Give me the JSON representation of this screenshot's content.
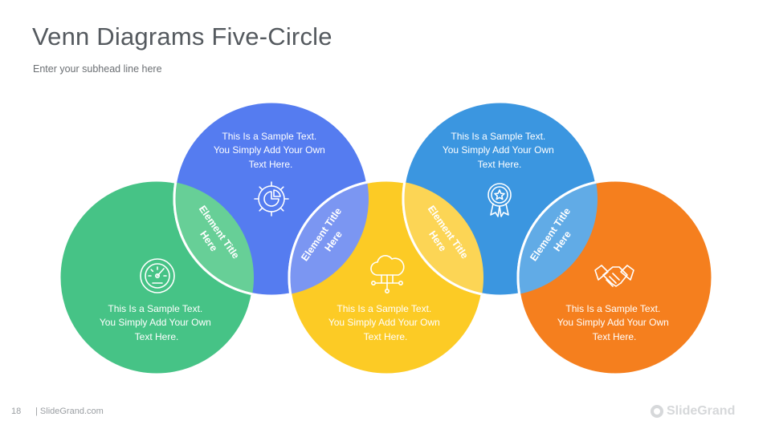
{
  "title": "Venn Diagrams Five-Circle",
  "subtitle": "Enter your subhead  line here",
  "footer": {
    "page_number": "18",
    "site": "| SlideGrand.com",
    "brand": "SlideGrand"
  },
  "circles": [
    {
      "lines": [
        "This Is a Sample Text.",
        "You Simply Add Your Own",
        "Text Here."
      ],
      "icon": "speedometer-icon",
      "color": "#46c386"
    },
    {
      "lines": [
        "This Is a Sample Text.",
        "You Simply Add Your Own",
        "Text Here."
      ],
      "icon": "gear-chart-icon",
      "color": "#557cf0"
    },
    {
      "lines": [
        "This Is a Sample Text.",
        "You Simply Add Your Own",
        "Text Here."
      ],
      "icon": "cloud-network-icon",
      "color": "#fccb25"
    },
    {
      "lines": [
        "This Is a Sample Text.",
        "You Simply Add Your Own",
        "Text Here."
      ],
      "icon": "award-badge-icon",
      "color": "#3b96e0"
    },
    {
      "lines": [
        "This Is a Sample Text.",
        "You Simply Add Your Own",
        "Text Here."
      ],
      "icon": "handshake-icon",
      "color": "#f57f1e"
    }
  ],
  "overlaps": [
    {
      "lines": [
        "Element  Title",
        "Here"
      ],
      "color": "#67cf97"
    },
    {
      "lines": [
        "Element  Title",
        "Here"
      ],
      "color": "#7b96f2"
    },
    {
      "lines": [
        "Element  Title",
        "Here"
      ],
      "color": "#fcd555"
    },
    {
      "lines": [
        "Element  Title",
        "Here"
      ],
      "color": "#61abe6"
    }
  ]
}
